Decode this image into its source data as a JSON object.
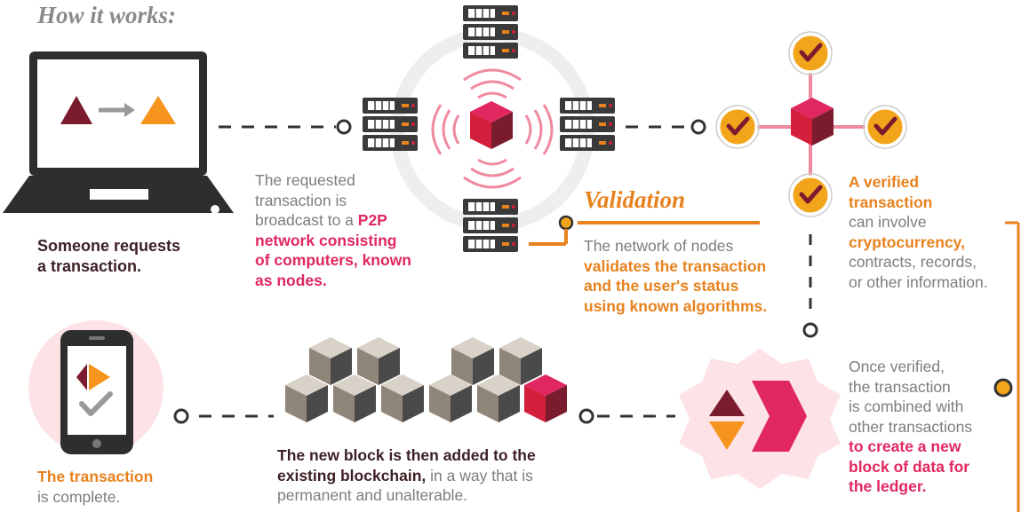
{
  "title": "How it works:",
  "validation_heading": "Validation",
  "step1": {
    "line1": "Someone requests",
    "line2": "a transaction."
  },
  "step2": {
    "line1": "The requested",
    "line2": "transaction is",
    "line3a": "broadcast to a ",
    "line3b": "P2P",
    "line4": "network consisting",
    "line5": "of computers, known",
    "line6": "as nodes."
  },
  "step3": {
    "line1": "The network of nodes",
    "line2": "validates the transaction",
    "line3": "and the user's status",
    "line4": "using known algorithms."
  },
  "step4": {
    "line1": "A verified",
    "line2": "transaction",
    "line3": "can involve",
    "line4": "cryptocurrency,",
    "line5": "contracts, records,",
    "line6": "or other information."
  },
  "step5": {
    "line1": "Once verified,",
    "line2": "the transaction",
    "line3": "is combined with",
    "line4": "other transactions",
    "line5": "to create a new",
    "line6": "block of data for",
    "line7": "the ledger."
  },
  "step6": {
    "line1a": "The new block is then added to the",
    "line2a": "existing blockchain,",
    "line2b": " in a way that is",
    "line3": "permanent and unalterable."
  },
  "step7": {
    "line1": "The transaction",
    "line2": "is complete."
  },
  "colors": {
    "maroon": "#7a1c2e",
    "crimson": "#d21f3c",
    "pink": "#e0275f",
    "orange": "#e8821e",
    "gold": "#f2a51a",
    "grey": "#7d7d7d",
    "dark": "#333333"
  }
}
